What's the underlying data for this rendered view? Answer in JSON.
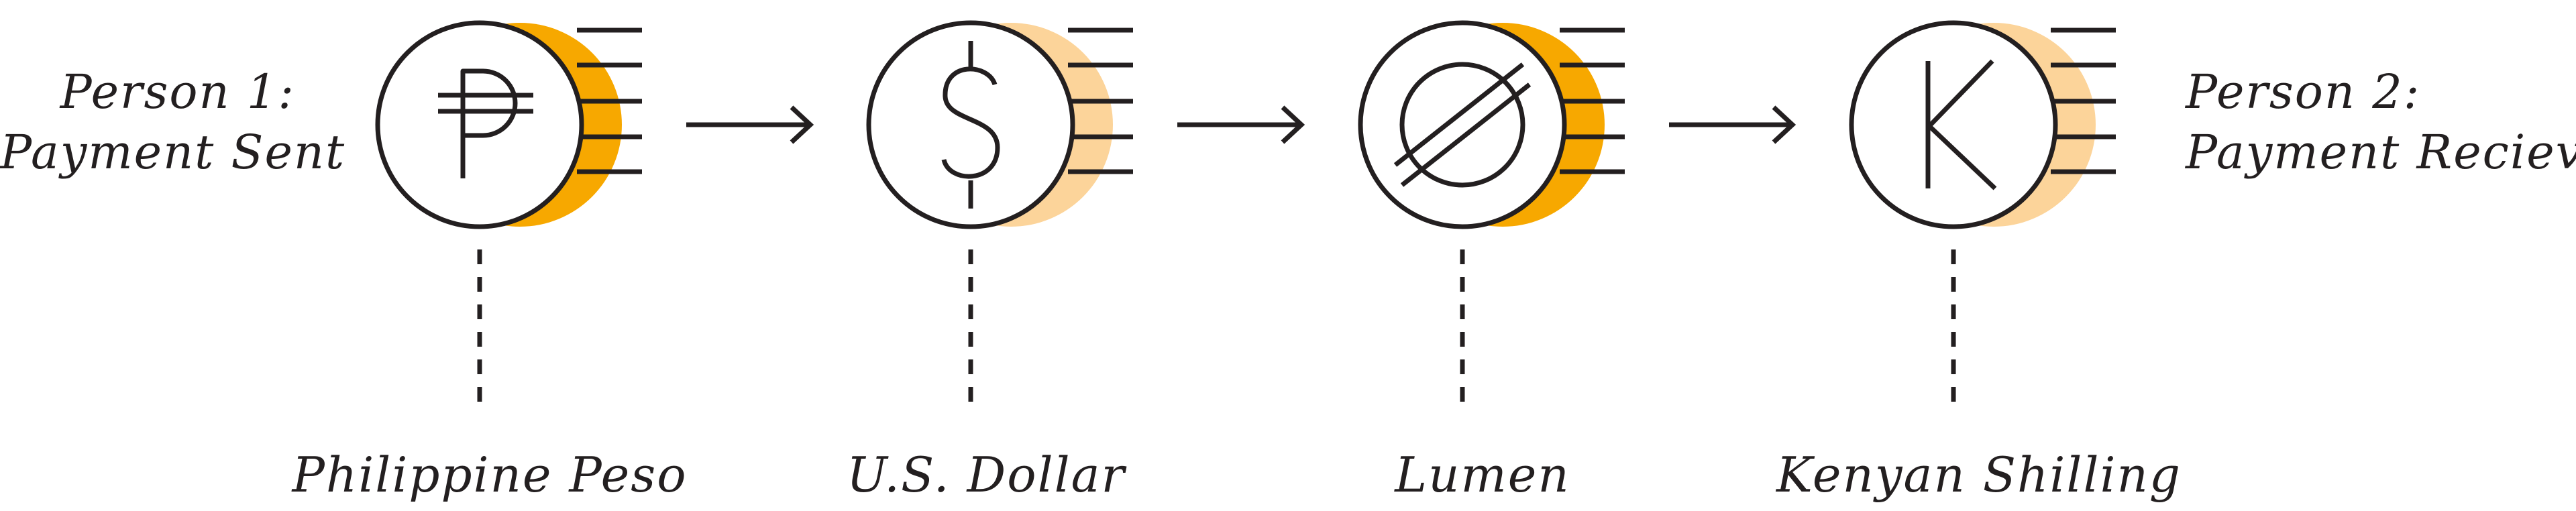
{
  "sender": {
    "line1": "Person 1:",
    "line2": "Payment Sent"
  },
  "receiver": {
    "line1": "Person 2:",
    "line2": "Payment Recieved"
  },
  "colors": {
    "stroke": "#231f20",
    "coin_dark": "#f7a800",
    "coin_light": "#fcd49a",
    "background": "#ffffff"
  },
  "coins": [
    {
      "icon": "peso-sign-icon",
      "glyph": "₱",
      "label": "Philippine Peso",
      "shadow": "dark"
    },
    {
      "icon": "dollar-sign-icon",
      "glyph": "$",
      "label": "U.S. Dollar",
      "shadow": "light"
    },
    {
      "icon": "lumen-icon",
      "glyph": "Ø",
      "label": "Lumen",
      "shadow": "dark"
    },
    {
      "icon": "k-letter-icon",
      "glyph": "K",
      "label": "Kenyan Shilling",
      "shadow": "light"
    }
  ]
}
